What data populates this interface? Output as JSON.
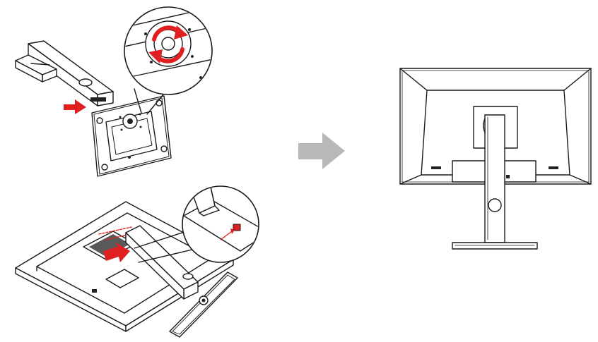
{
  "colors": {
    "line": "#1a1a1a",
    "accent": "#e02020",
    "arrow_gray": "#b8b8b8",
    "background": "#ffffff"
  },
  "steps": [
    {
      "id": "attach-stand-base",
      "icon": "rotate-screw-icon"
    },
    {
      "id": "attach-stand-to-monitor",
      "icon": "push-arrow-icon"
    },
    {
      "id": "assembled-monitor-rear",
      "icon": "monitor-rear-icon"
    }
  ],
  "flow_icon": "right-arrow-icon"
}
